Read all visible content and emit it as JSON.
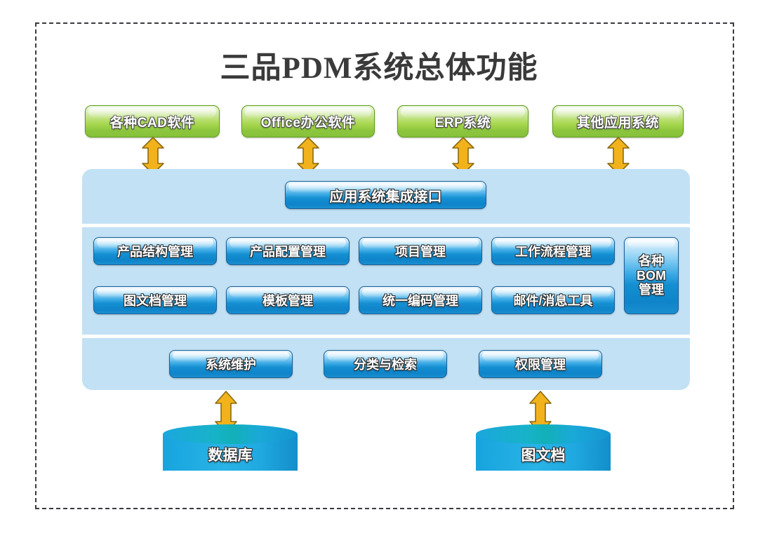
{
  "diagram": {
    "title": "三品PDM系统总体功能",
    "external_systems": [
      {
        "label": "各种CAD软件"
      },
      {
        "label": "Office办公软件"
      },
      {
        "label": "ERP系统"
      },
      {
        "label": "其他应用系统"
      }
    ],
    "integration_bar": {
      "label": "应用系统集成接口"
    },
    "modules_row1": [
      {
        "label": "产品结构管理"
      },
      {
        "label": "产品配置管理"
      },
      {
        "label": "项目管理"
      },
      {
        "label": "工作流程管理"
      }
    ],
    "modules_row2": [
      {
        "label": "图文档管理"
      },
      {
        "label": "模板管理"
      },
      {
        "label": "统一编码管理"
      },
      {
        "label": "邮件/消息工具"
      }
    ],
    "bom_module": {
      "line1": "各种",
      "line2": "BOM",
      "line3": "管理"
    },
    "utilities": [
      {
        "label": "系统维护"
      },
      {
        "label": "分类与检索"
      },
      {
        "label": "权限管理"
      }
    ],
    "storage": [
      {
        "label": "数据库"
      },
      {
        "label": "图文档"
      }
    ],
    "connectors": [
      {
        "name": "cad-connector",
        "icon": "double-arrow-vertical-icon"
      },
      {
        "name": "office-connector",
        "icon": "double-arrow-vertical-icon"
      },
      {
        "name": "erp-connector",
        "icon": "double-arrow-vertical-icon"
      },
      {
        "name": "other-connector",
        "icon": "double-arrow-vertical-icon"
      },
      {
        "name": "database-connector",
        "icon": "double-arrow-vertical-icon"
      },
      {
        "name": "docstore-connector",
        "icon": "double-arrow-vertical-icon"
      }
    ],
    "colors": {
      "green_accent": "#8cc63e",
      "blue_accent": "#148fd2",
      "panel_background": "#c2e1f4",
      "cylinder_accent": "#29b3e6",
      "arrow_fill": "#f2b21c",
      "frame_border": "#3b3b40",
      "title_color": "#3a3a3a"
    }
  }
}
